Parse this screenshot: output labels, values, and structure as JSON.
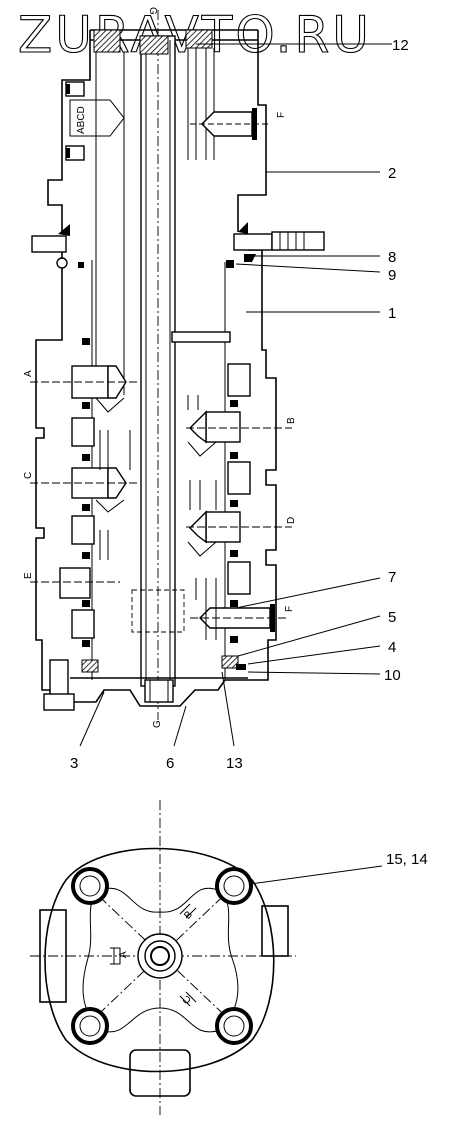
{
  "watermark": "ZURAVTO.RU",
  "section_marks": {
    "top": "G",
    "bottom": "G"
  },
  "port_labels": {
    "abcd": "ABCD",
    "a": "A",
    "b": "B",
    "c": "C",
    "d": "D",
    "e": "E",
    "f_top": "F",
    "f_bottom": "F"
  },
  "callouts": {
    "c12": "12",
    "c2": "2",
    "c8": "8",
    "c9": "9",
    "c1": "1",
    "c7": "7",
    "c5": "5",
    "c4": "4",
    "c10": "10",
    "c3": "3",
    "c6": "6",
    "c13": "13",
    "c15_14": "15, 14"
  },
  "plan_port_labels": {
    "a": "A",
    "b": "B",
    "c": "C"
  }
}
